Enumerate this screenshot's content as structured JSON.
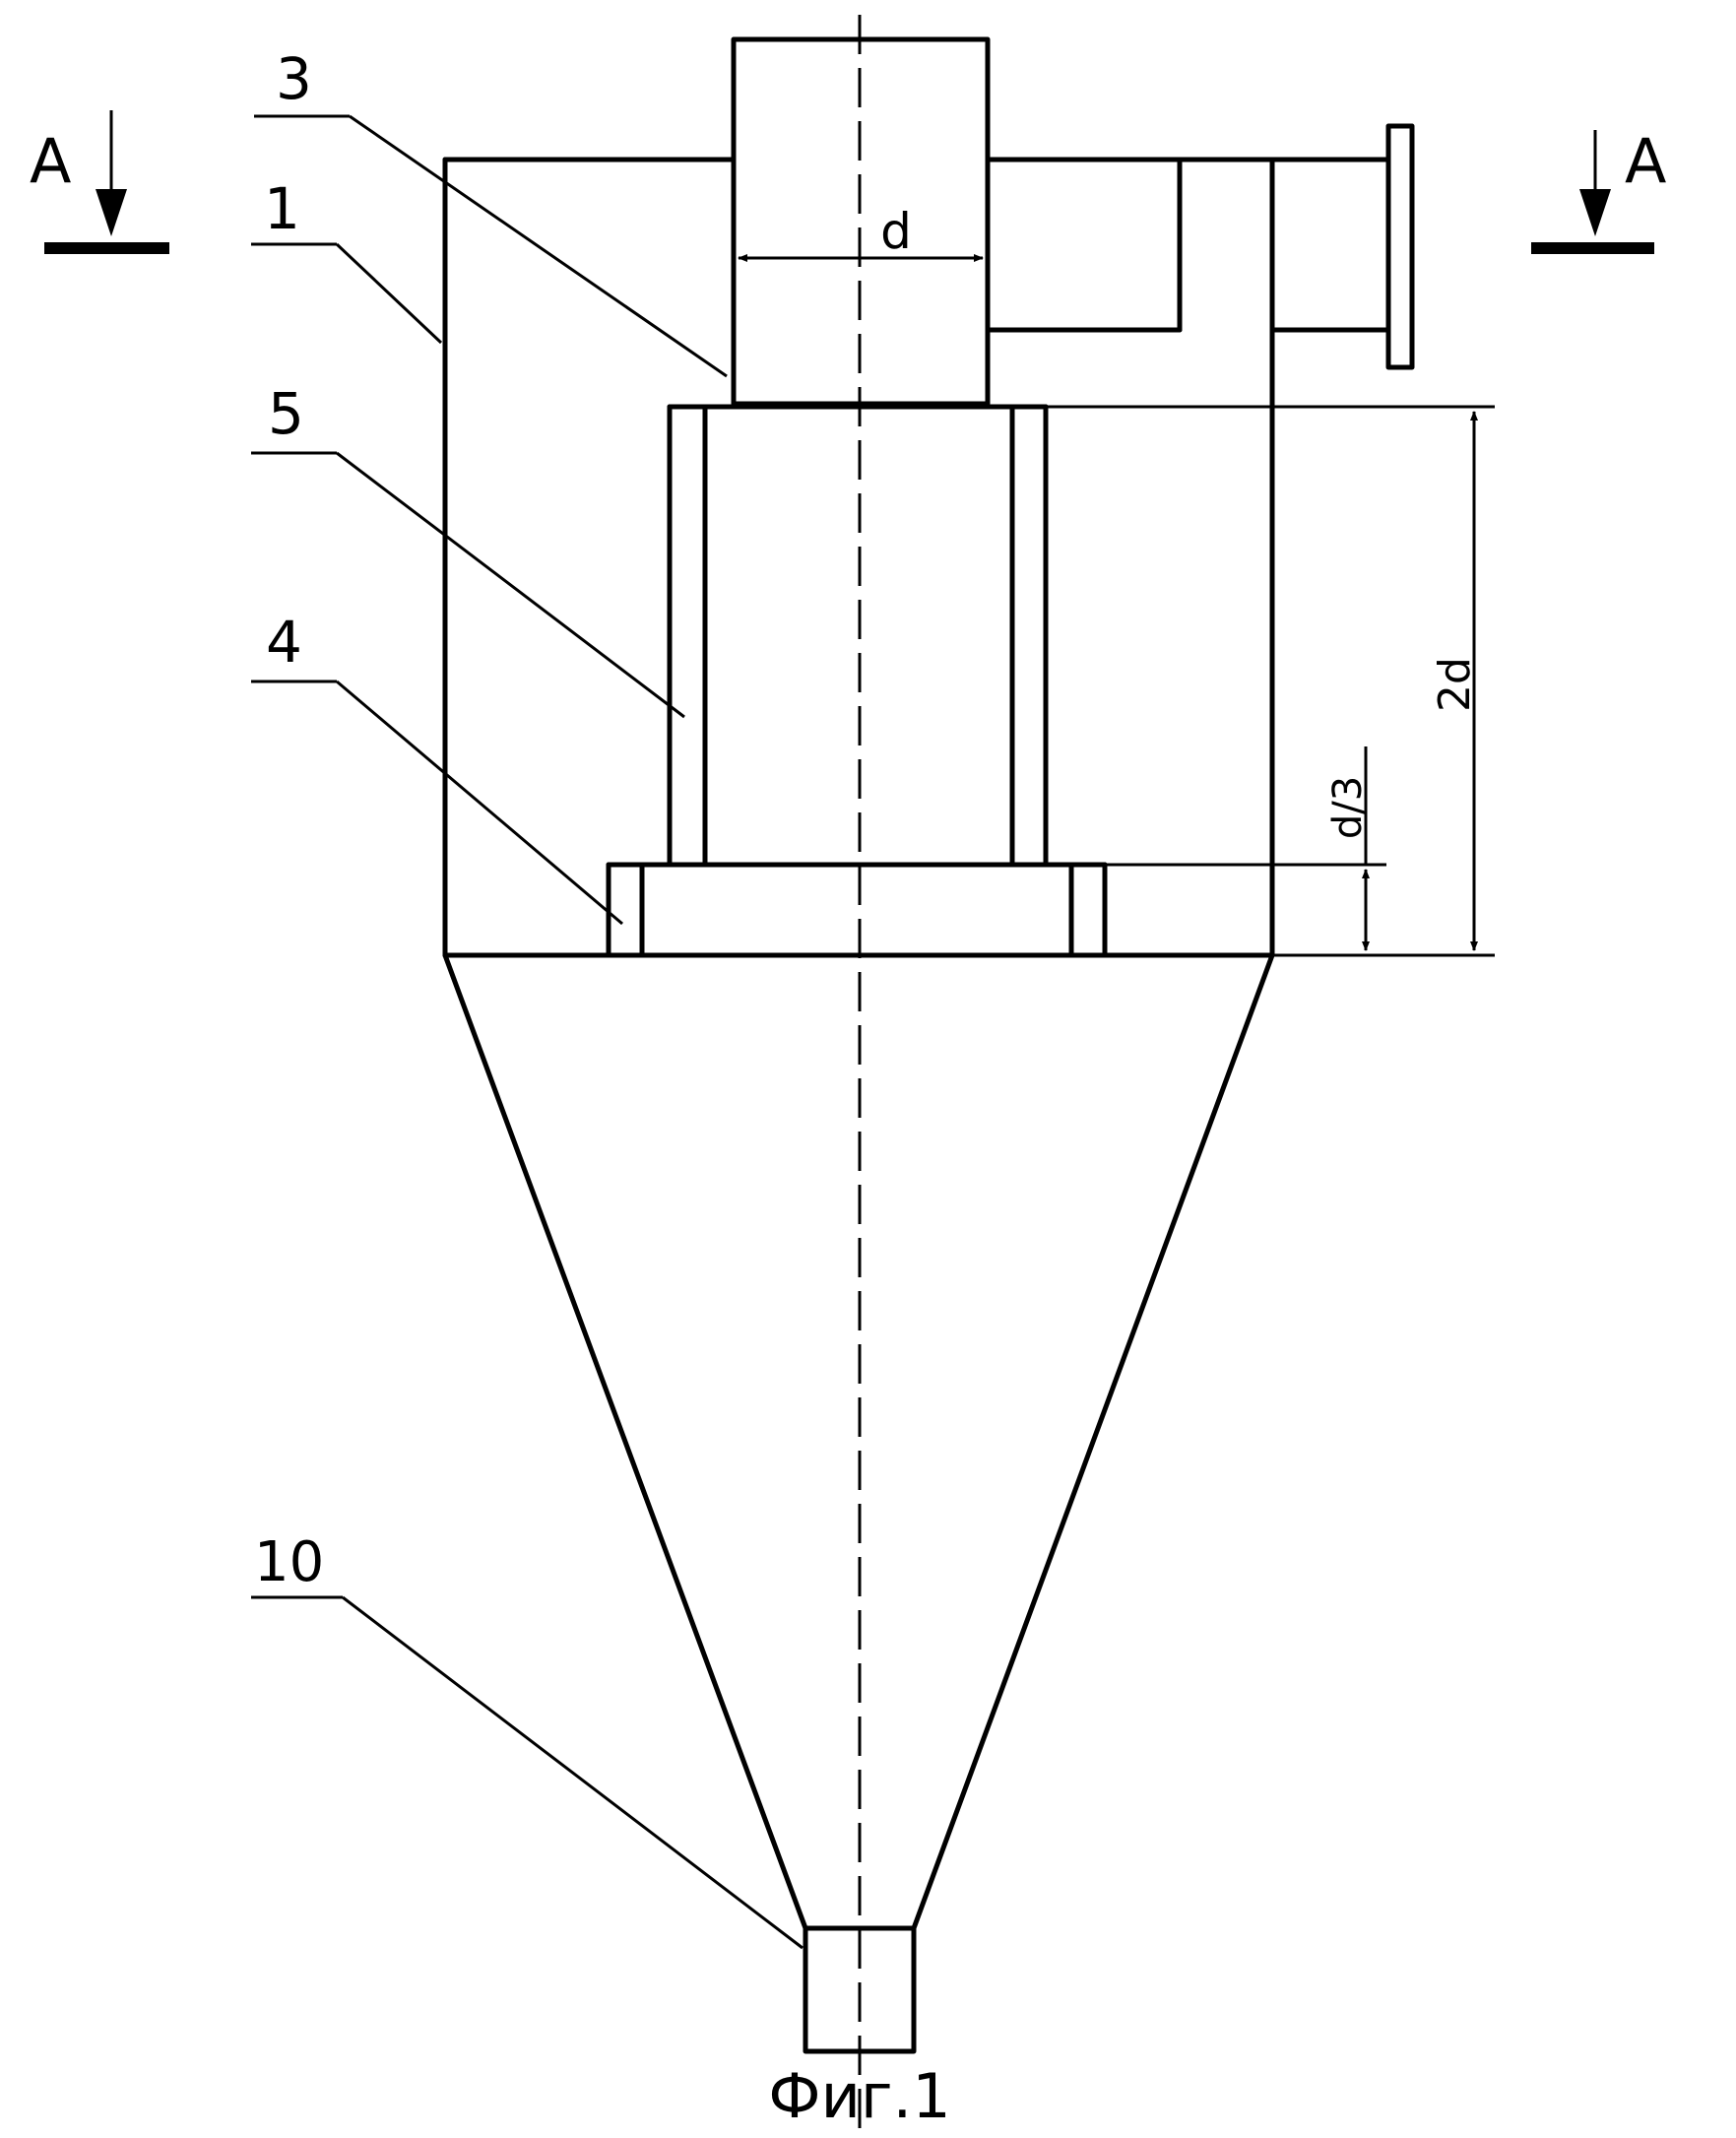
{
  "section_marks": {
    "left": "A",
    "right": "A"
  },
  "callouts": {
    "housing": "1",
    "outlet_pipe": "3",
    "ring": "4",
    "sleeve": "5",
    "discharge": "10"
  },
  "dimensions": {
    "pipe_diameter": "d",
    "sleeve_height": "2d",
    "ring_height": "d/3"
  },
  "caption": "Фиг.1"
}
